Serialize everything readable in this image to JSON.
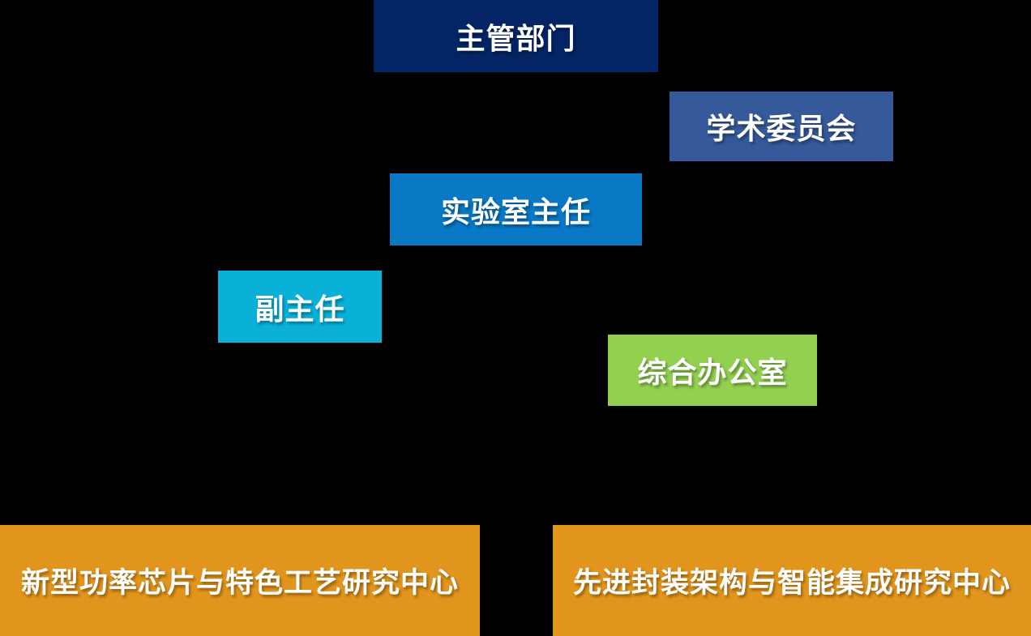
{
  "page": {
    "background_color": "#000000",
    "text_color": "#ffffff"
  },
  "org_chart": {
    "type": "organization-chart",
    "nodes": {
      "supervising_department": {
        "label": "主管部门",
        "color": "#042565"
      },
      "academic_committee": {
        "label": "学术委员会",
        "color": "#35599A"
      },
      "lab_director": {
        "label": "实验室主任",
        "color": "#0979C6"
      },
      "deputy_director": {
        "label": "副主任",
        "color": "#09B1D9"
      },
      "general_office": {
        "label": "综合办公室",
        "color": "#92D050"
      },
      "research_center_power_chip": {
        "label": "新型功率芯片与特色工艺研究中心",
        "color": "#E2951C"
      },
      "research_center_advanced_packaging": {
        "label": "先进封装架构与智能集成研究中心",
        "color": "#E2951C"
      }
    }
  }
}
